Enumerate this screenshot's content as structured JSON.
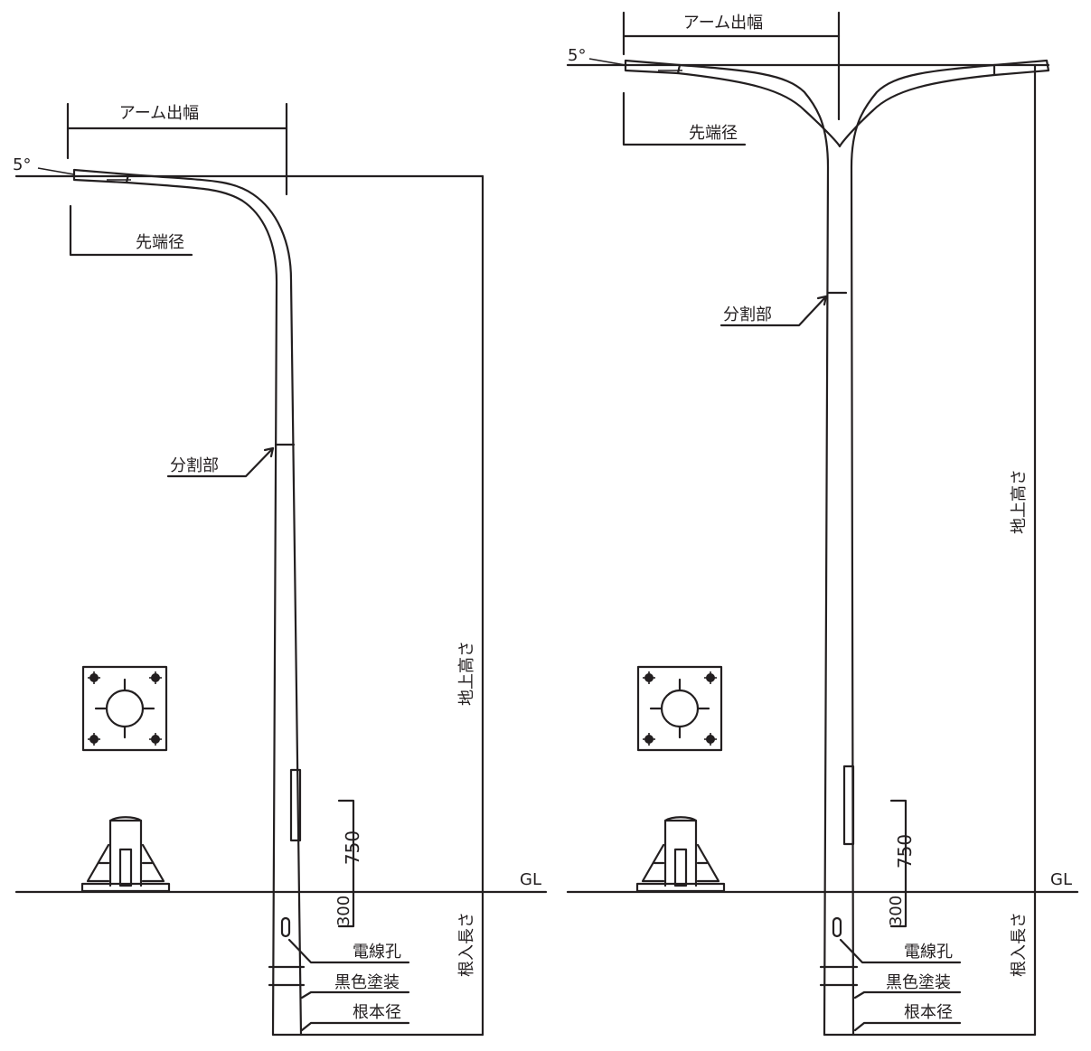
{
  "left_pole": {
    "arm_reach": "アーム出幅",
    "tip_diameter": "先端径",
    "angle": "5°",
    "split_part": "分割部",
    "height_above_ground": "地上高さ",
    "embed_length": "根入長さ",
    "dim_upper": "750",
    "dim_lower": "300",
    "ground": "GL",
    "cable_hole": "電線孔",
    "black_paint": "黒色塗装",
    "base_diameter": "根本径"
  },
  "right_pole": {
    "arm_reach": "アーム出幅",
    "tip_diameter": "先端径",
    "angle": "5°",
    "split_part": "分割部",
    "height_above_ground": "地上高さ",
    "embed_length": "根入長さ",
    "dim_upper": "750",
    "dim_lower": "300",
    "ground": "GL",
    "cable_hole": "電線孔",
    "black_paint": "黒色塗装",
    "base_diameter": "根本径"
  }
}
